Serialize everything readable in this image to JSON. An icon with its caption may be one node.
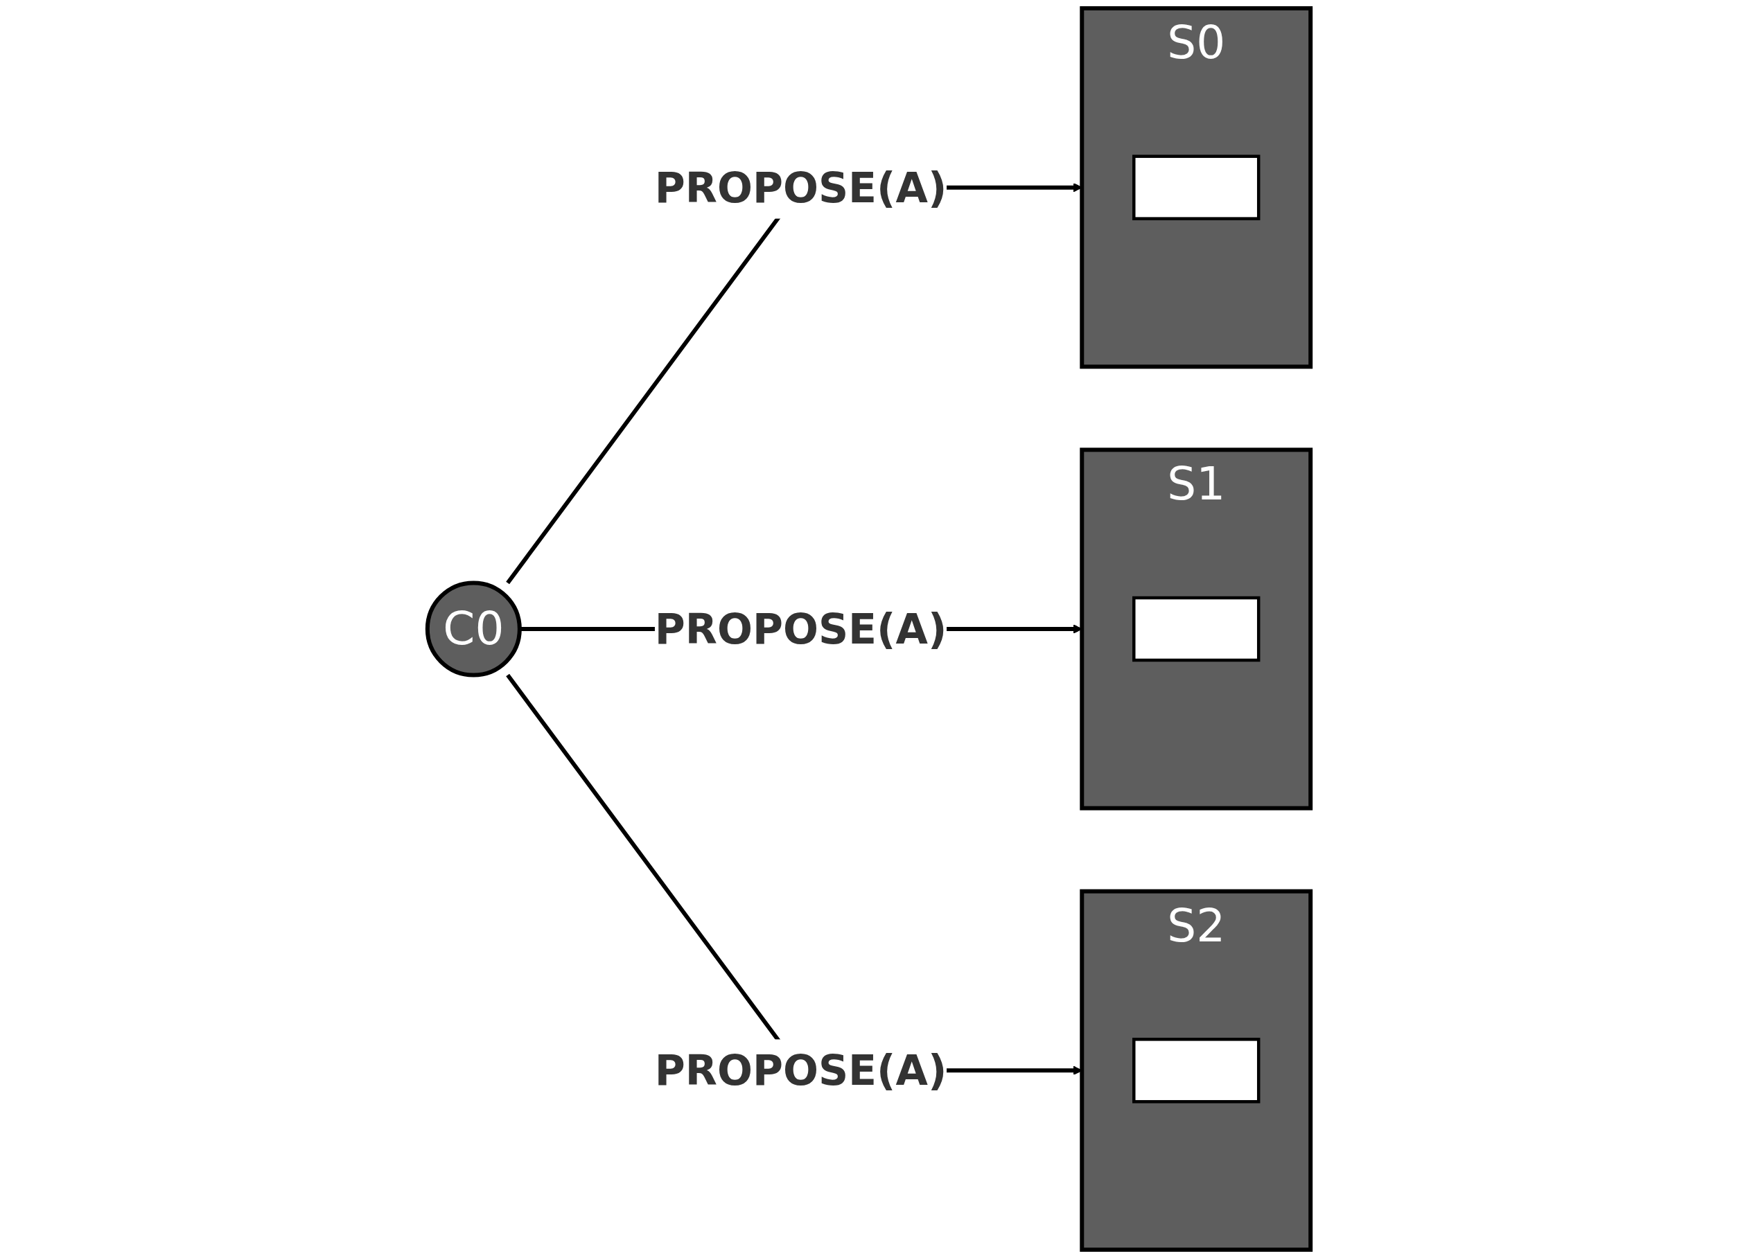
{
  "diagram": {
    "nodes": [
      {
        "text": [
          "C0"
        ]
      },
      {
        "text": [
          "S0"
        ]
      },
      {
        "text": [],
        "shape": "box",
        "in": 1
      },
      {
        "text": [
          "S1"
        ]
      },
      {
        "text": [],
        "shape": "box",
        "in": 3
      },
      {
        "text": [
          "S2"
        ]
      },
      {
        "text": [],
        "shape": "box",
        "in": 5
      }
    ],
    "edges": [
      {
        "from": 0,
        "to": 1,
        "label": "PROPOSE(A)",
        "arrow": "to"
      },
      {
        "from": 0,
        "to": 3,
        "label": "PROPOSE(A)",
        "arrow": "to"
      },
      {
        "from": 0,
        "to": 5,
        "label": "PROPOSE(A)",
        "arrow": "to"
      }
    ]
  }
}
